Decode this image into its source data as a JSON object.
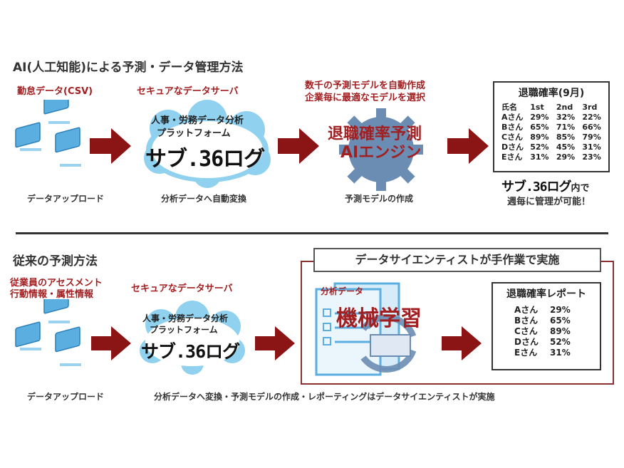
{
  "colors": {
    "accent_red": "#a21f21",
    "cloud_blue": "#8fd1ee",
    "gear_blue": "#6b8db3",
    "dark": "#333333"
  },
  "top": {
    "title": "AI(人工知能)による予測・データ管理方法",
    "step1_label": "勤怠データ(CSV)",
    "step2_label": "セキュアなデータサーバ",
    "step3_label_line1": "数千の予測モデルを自動作成",
    "step3_label_line2": "企業毎に最適なモデルを選択",
    "cloud_line1": "人事・労務データ分析",
    "cloud_line2": "プラットフォーム",
    "logo": "サブ.36ログ",
    "engine_line1": "退職確率予測",
    "engine_line2": "AIエンジン",
    "caption1": "データアップロード",
    "caption2": "分析データへ自動変換",
    "caption3": "予測モデルの作成",
    "table": {
      "title": "退職確率(9月)",
      "headers": [
        "氏名",
        "1st",
        "2nd",
        "3rd"
      ],
      "rows": [
        [
          "Aさん",
          "29%",
          "32%",
          "22%"
        ],
        [
          "Bさん",
          "65%",
          "71%",
          "66%"
        ],
        [
          "Cさん",
          "89%",
          "85%",
          "79%"
        ],
        [
          "Dさん",
          "52%",
          "45%",
          "31%"
        ],
        [
          "Eさん",
          "31%",
          "29%",
          "23%"
        ]
      ]
    },
    "note_logo": "サブ.36ログ",
    "note_suffix": "内で",
    "note_line2": "週毎に管理が可能！"
  },
  "bottom": {
    "title": "従来の予測方法",
    "step1_line1": "従業員のアセスメント",
    "step1_line2": "行動情報・属性情報",
    "step2_label": "セキュアなデータサーバ",
    "cloud_line1": "人事・労務データ分析",
    "cloud_line2": "プラットフォーム",
    "logo": "サブ.36ログ",
    "box_title": "データサイエンティストが手作業で実施",
    "doc_label": "分析データ",
    "ml_label": "機械学習",
    "report": {
      "title": "退職確率レポート",
      "rows": [
        [
          "Aさん",
          "29%"
        ],
        [
          "Bさん",
          "65%"
        ],
        [
          "Cさん",
          "89%"
        ],
        [
          "Dさん",
          "52%"
        ],
        [
          "Eさん",
          "31%"
        ]
      ]
    },
    "caption1": "データアップロード",
    "caption2": "分析データへ変換・予測モデルの作成・レポーティングはデータサイエンティストが実施"
  }
}
